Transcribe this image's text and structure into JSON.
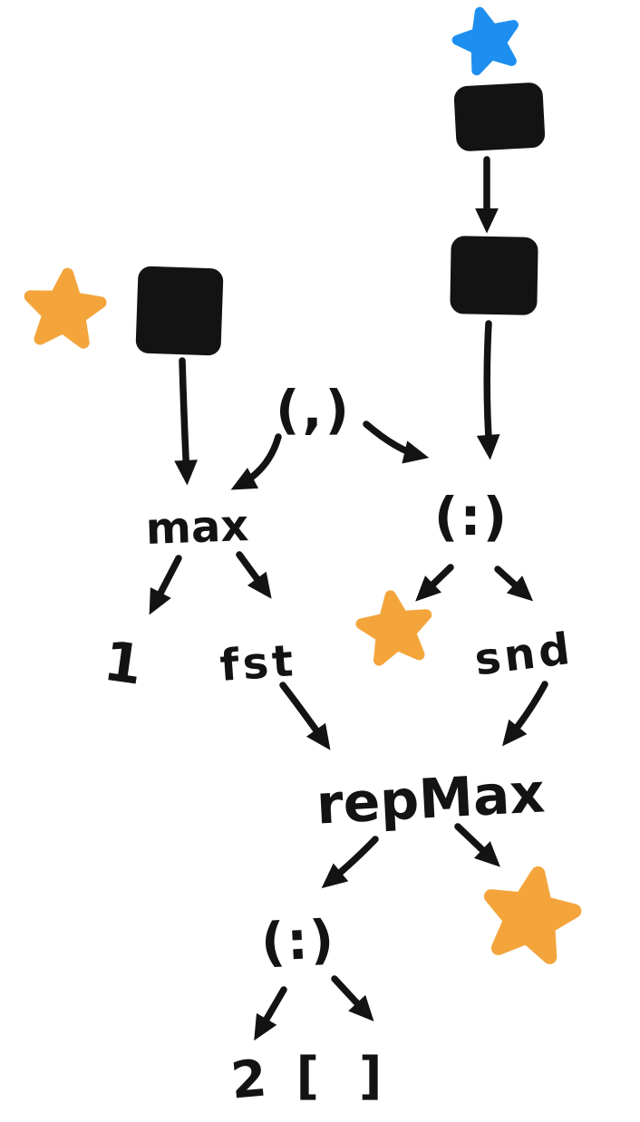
{
  "colors": {
    "ink": "#131313",
    "star_blue": "#1E8FEF",
    "star_orange": "#F3A53C",
    "background": "#FFFFFF"
  },
  "labels": {
    "tuple": "(,)",
    "max": "max",
    "cons_top": "(:)",
    "one": "1",
    "fst": "fst",
    "snd": "snd",
    "repmax": "repMax",
    "cons_bottom": "(:)",
    "two": "2",
    "nil": "[]"
  },
  "stars": [
    {
      "id": "star-blue-top",
      "color": "#1E8FEF"
    },
    {
      "id": "star-orange-left",
      "color": "#F3A53C"
    },
    {
      "id": "star-orange-middle",
      "color": "#F3A53C"
    },
    {
      "id": "star-orange-large",
      "color": "#F3A53C"
    }
  ],
  "boxes": [
    {
      "id": "box-top",
      "fill": "#131313"
    },
    {
      "id": "box-middle",
      "fill": "#131313"
    },
    {
      "id": "box-left",
      "fill": "#131313"
    }
  ],
  "edges": [
    {
      "from": "box-top",
      "to": "box-middle"
    },
    {
      "from": "box-middle",
      "to": "cons-top"
    },
    {
      "from": "box-left",
      "to": "max"
    },
    {
      "from": "tuple",
      "to": "max"
    },
    {
      "from": "tuple",
      "to": "cons-top"
    },
    {
      "from": "max",
      "to": "one"
    },
    {
      "from": "max",
      "to": "fst"
    },
    {
      "from": "cons-top",
      "to": "star-orange-middle"
    },
    {
      "from": "cons-top",
      "to": "snd"
    },
    {
      "from": "fst",
      "to": "repmax"
    },
    {
      "from": "snd",
      "to": "repmax"
    },
    {
      "from": "repmax",
      "to": "cons-bottom"
    },
    {
      "from": "repmax",
      "to": "star-orange-large"
    },
    {
      "from": "cons-bottom",
      "to": "two"
    },
    {
      "from": "cons-bottom",
      "to": "nil"
    }
  ]
}
